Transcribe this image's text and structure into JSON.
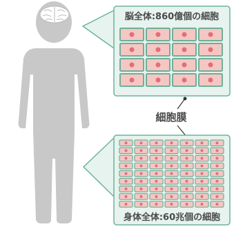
{
  "brain_panel": {
    "caption": "脳全体:860億個の細胞"
  },
  "membrane_label": "細胞膜",
  "body_panel": {
    "caption": "身体全体:60兆個の細胞"
  },
  "colors": {
    "figure": "#c8c8c8",
    "panel_border": "#6db39a",
    "callout_fill": "#e6f3ee",
    "cell_fill": "#f4c7c3",
    "cell_border": "#6fae98",
    "nucleus": "#e26e7a",
    "text": "#4a4a4a",
    "brain": "#ffffff"
  }
}
